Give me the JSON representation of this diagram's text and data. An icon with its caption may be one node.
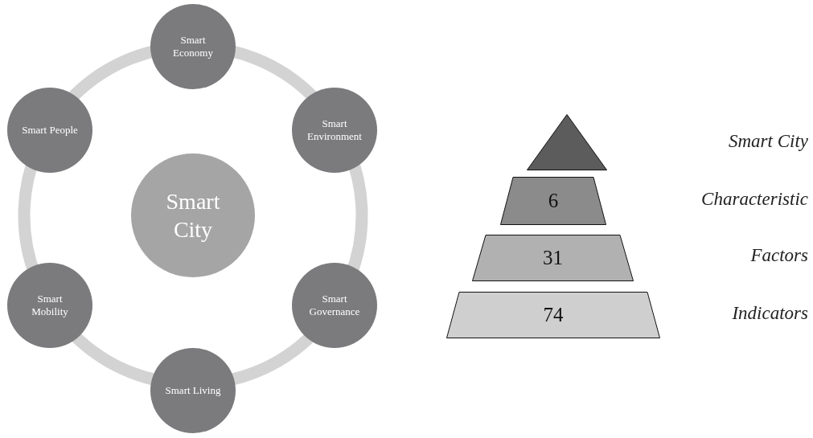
{
  "diagram": {
    "nodes": [
      {
        "text": [
          "Smart City"
        ]
      },
      {
        "text": [
          "Smart Economy"
        ]
      },
      {
        "text": [
          "Smart Environment"
        ]
      },
      {
        "text": [
          "Smart Governance"
        ]
      },
      {
        "text": [
          "Smart Living"
        ]
      },
      {
        "text": [
          "Smart Mobility"
        ]
      },
      {
        "text": [
          "Smart People"
        ]
      },
      {
        "text": [],
        "shape": "triangle"
      },
      {
        "text": [
          "6"
        ]
      },
      {
        "text": [
          "31"
        ]
      },
      {
        "text": [
          "74"
        ]
      }
    ],
    "labels": [
      "Smart City",
      "Characteristic",
      "Factors",
      "Indicators"
    ]
  }
}
